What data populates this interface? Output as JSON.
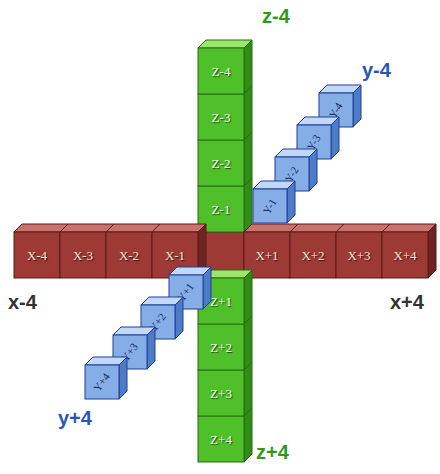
{
  "diagram": {
    "nodes": [
      {
        "text": [
          "Z-4"
        ]
      },
      {
        "text": [
          "Z-3"
        ]
      },
      {
        "text": [
          "Z-2"
        ]
      },
      {
        "text": [
          "Z-1"
        ]
      },
      {
        "text": [
          "Y-4"
        ]
      },
      {
        "text": [
          "Y-3"
        ]
      },
      {
        "text": [
          "Y-2"
        ]
      },
      {
        "text": [
          "Y-1"
        ]
      },
      {
        "text": [
          "X-4"
        ]
      },
      {
        "text": [
          "X-3"
        ]
      },
      {
        "text": [
          "X-2"
        ]
      },
      {
        "text": [
          "X-1"
        ]
      },
      {
        "text": [
          "X+1"
        ]
      },
      {
        "text": [
          "X+2"
        ]
      },
      {
        "text": [
          "X+3"
        ]
      },
      {
        "text": [
          "X+4"
        ]
      },
      {
        "text": [
          "Z+1"
        ]
      },
      {
        "text": [
          "Z+2"
        ]
      },
      {
        "text": [
          "Z+3"
        ]
      },
      {
        "text": [
          "Z+4"
        ]
      },
      {
        "text": [
          "Y+1"
        ]
      },
      {
        "text": [
          "Y+2"
        ]
      },
      {
        "text": [
          "Y+3"
        ]
      },
      {
        "text": [
          "Y+4"
        ]
      }
    ],
    "labels": [
      "z-4",
      "y-4",
      "x-4",
      "x+4",
      "y+4",
      "z+4"
    ]
  }
}
